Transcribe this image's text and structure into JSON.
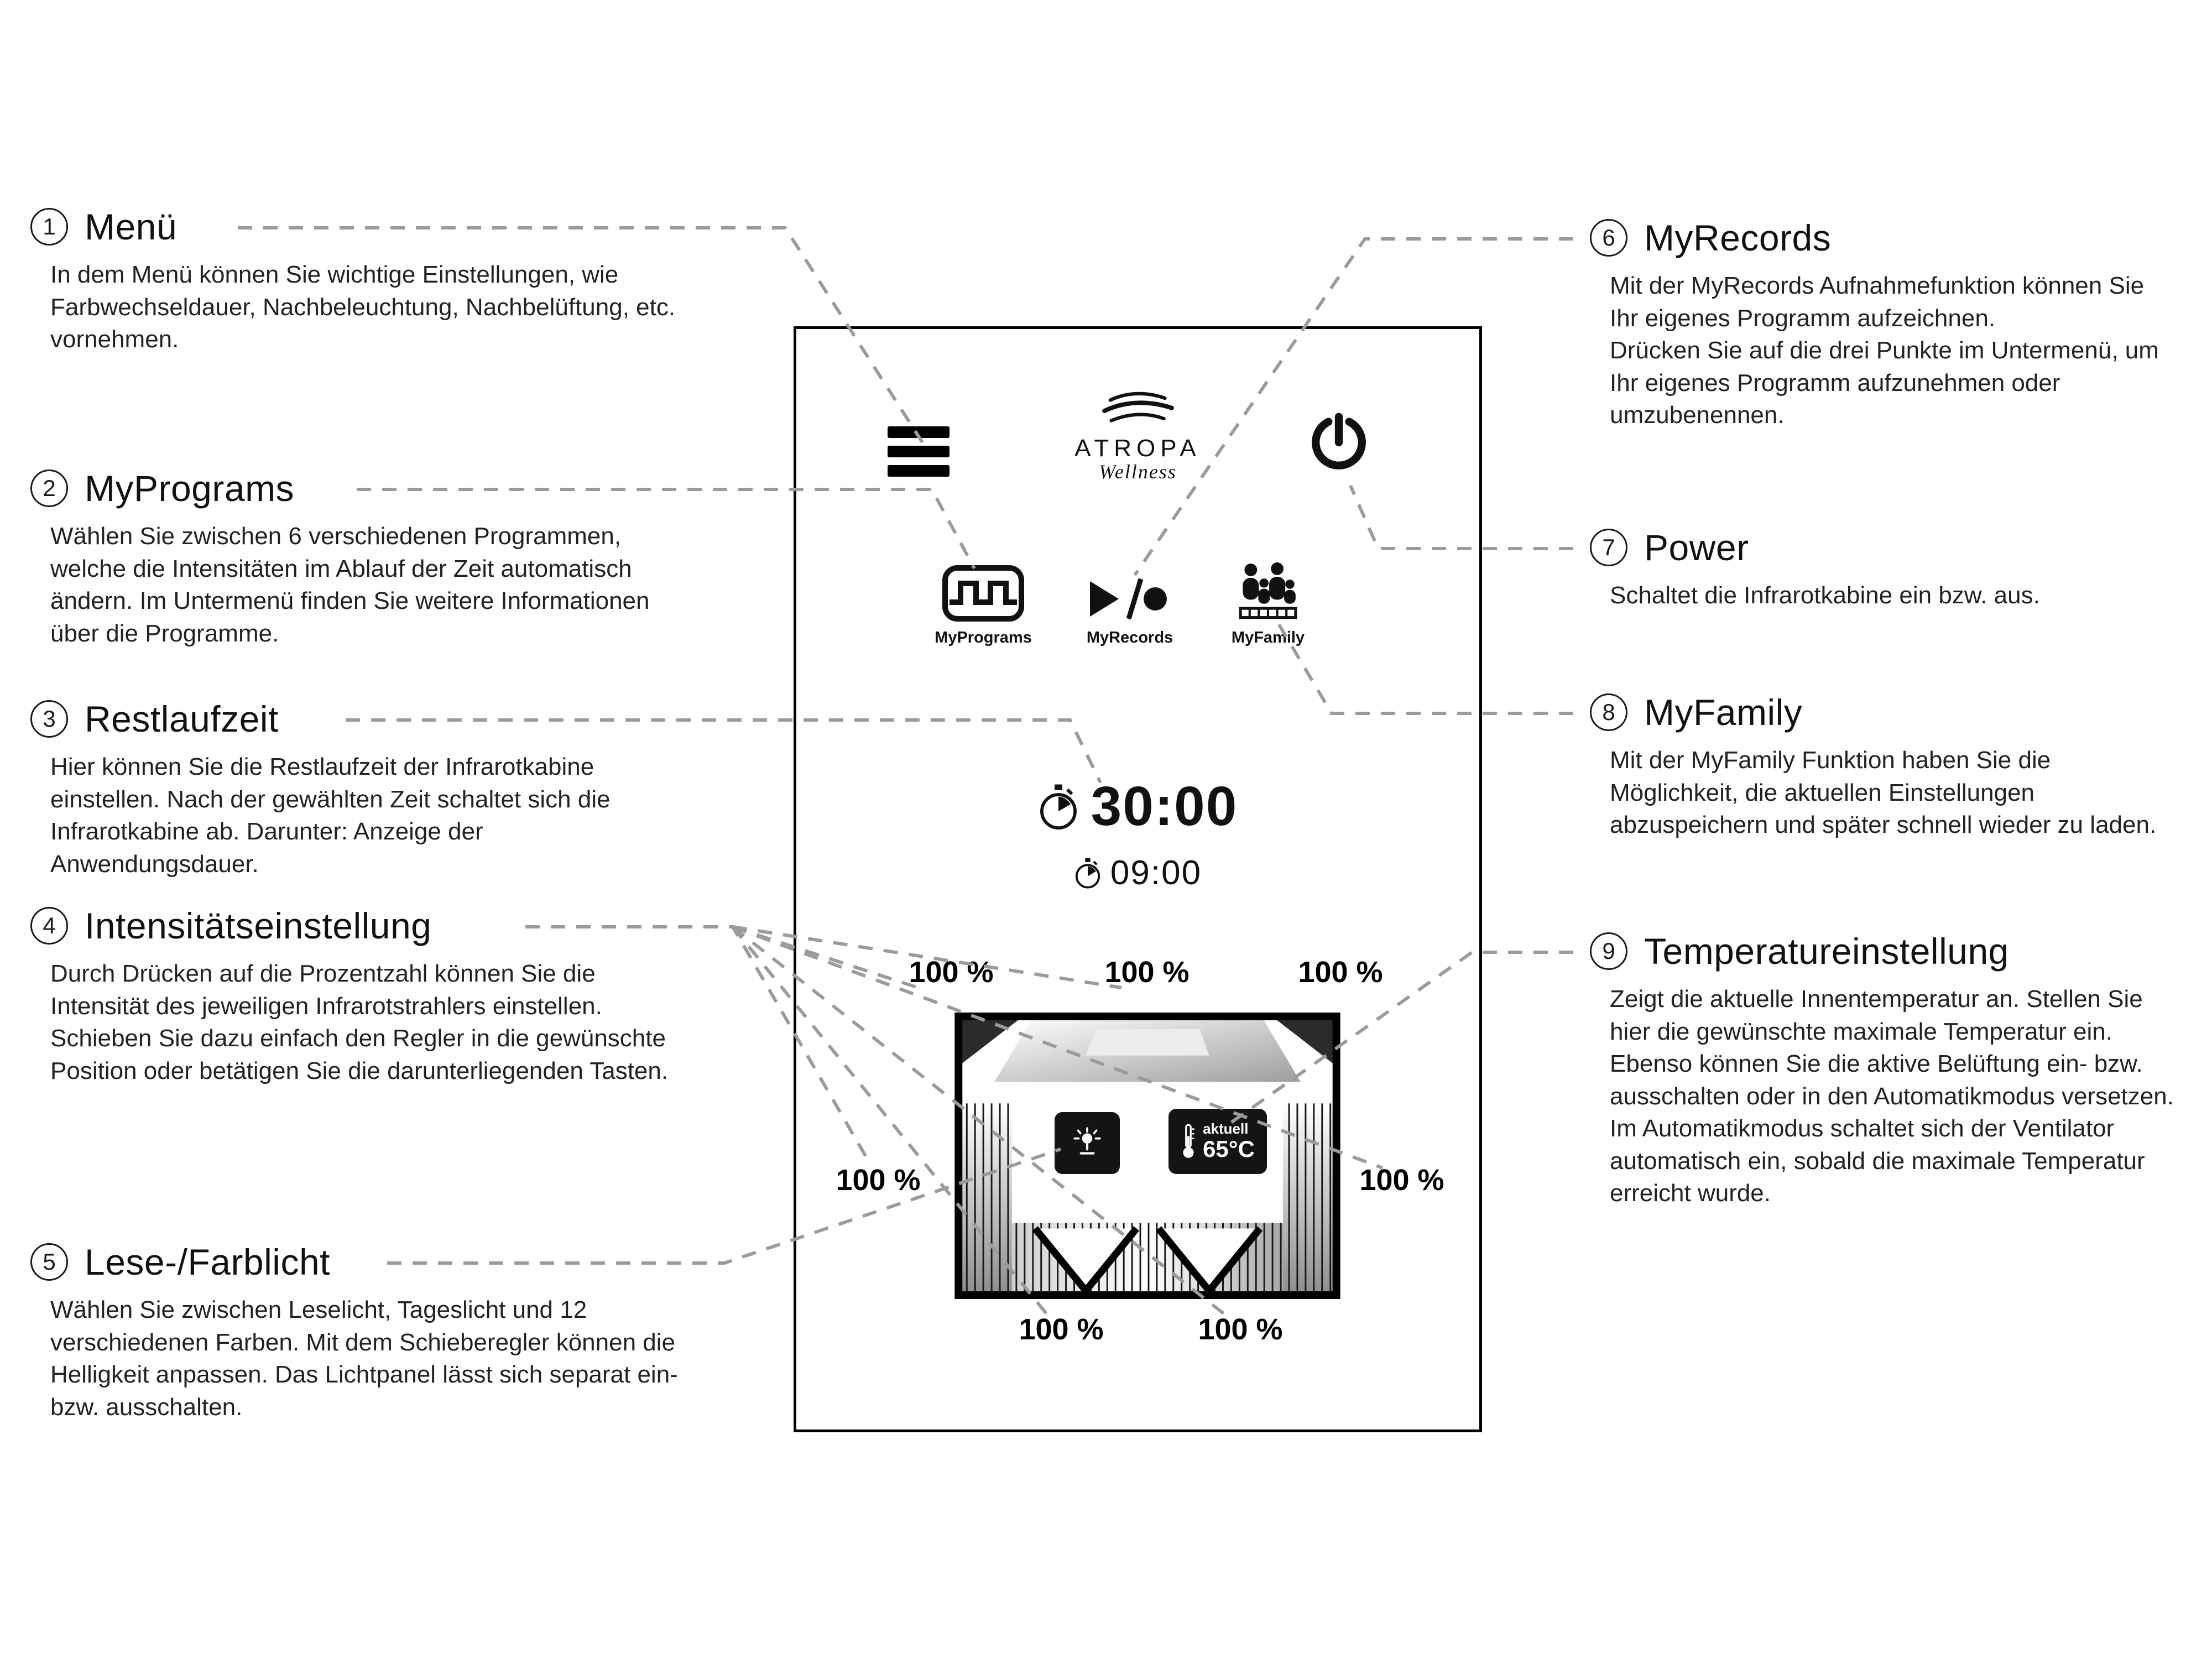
{
  "page": {
    "background": "#ffffff",
    "text_color": "#1a1a1a",
    "connector_color": "#9b9b9b"
  },
  "panel": {
    "logo": {
      "name": "ATROPA",
      "subtitle": "Wellness"
    },
    "nav": [
      {
        "label": "MyPrograms"
      },
      {
        "label": "MyRecords"
      },
      {
        "label": "MyFamily"
      }
    ],
    "timers": {
      "remaining": "30:00",
      "elapsed": "09:00"
    },
    "intensity": [
      {
        "pos": "top-left",
        "value": "100 %"
      },
      {
        "pos": "top-middle",
        "value": "100 %"
      },
      {
        "pos": "top-right",
        "value": "100 %"
      },
      {
        "pos": "left",
        "value": "100 %"
      },
      {
        "pos": "right",
        "value": "100 %"
      },
      {
        "pos": "bottom-left",
        "value": "100 %"
      },
      {
        "pos": "bottom-right",
        "value": "100 %"
      }
    ],
    "temp_button": {
      "caption": "aktuell",
      "value": "65°C"
    }
  },
  "callouts_left": [
    {
      "num": "1",
      "title": "Menü",
      "body": "In dem Menü können Sie wichtige Einstellungen, wie Farbwechseldauer, Nachbeleuchtung, Nachbelüftung, etc. vornehmen."
    },
    {
      "num": "2",
      "title": "MyPrograms",
      "body": "Wählen Sie zwischen 6 verschiedenen Programmen, welche die Intensitäten im Ablauf der Zeit automatisch ändern. Im Untermenü finden Sie weitere Informationen über die Programme."
    },
    {
      "num": "3",
      "title": "Restlaufzeit",
      "body": "Hier können Sie die Restlaufzeit der Infrarotkabine einstellen. Nach der gewählten Zeit schaltet sich die Infrarotkabine ab. Darunter: Anzeige der Anwendungsdauer."
    },
    {
      "num": "4",
      "title": "Intensitätseinstellung",
      "body": "Durch Drücken auf die Prozentzahl können Sie die Intensität des jeweiligen Infrarotstrahlers einstellen. Schieben Sie dazu einfach den Regler in die gewünschte Position oder betätigen Sie die darunterliegenden Tasten."
    },
    {
      "num": "5",
      "title": "Lese-/Farblicht",
      "body": "Wählen Sie zwischen Leselicht, Tageslicht und 12 verschiedenen Farben. Mit dem Schieberegler können die Helligkeit anpassen. Das Lichtpanel lässt sich separat ein- bzw. ausschalten."
    }
  ],
  "callouts_right": [
    {
      "num": "6",
      "title": "MyRecords",
      "body": "Mit der MyRecords Aufnahmefunktion können Sie Ihr eigenes Programm aufzeichnen.\nDrücken Sie auf die drei Punkte im Untermenü, um Ihr eigenes Programm aufzunehmen oder umzubenennen."
    },
    {
      "num": "7",
      "title": "Power",
      "body": "Schaltet die Infrarotkabine ein bzw. aus."
    },
    {
      "num": "8",
      "title": "MyFamily",
      "body": "Mit der MyFamily Funktion haben Sie die Möglichkeit, die aktuellen Einstellungen abzuspeichern und später schnell wieder zu laden."
    },
    {
      "num": "9",
      "title": "Temperatureinstellung",
      "body": "Zeigt die aktuelle Innentemperatur an. Stellen Sie hier die gewünschte maximale Temperatur ein. Ebenso können Sie die aktive Belüftung ein- bzw. ausschalten oder in den Automatikmodus versetzen. Im Automatikmodus schaltet sich der Ventilator automatisch ein, sobald die maximale Temperatur erreicht wurde."
    }
  ]
}
